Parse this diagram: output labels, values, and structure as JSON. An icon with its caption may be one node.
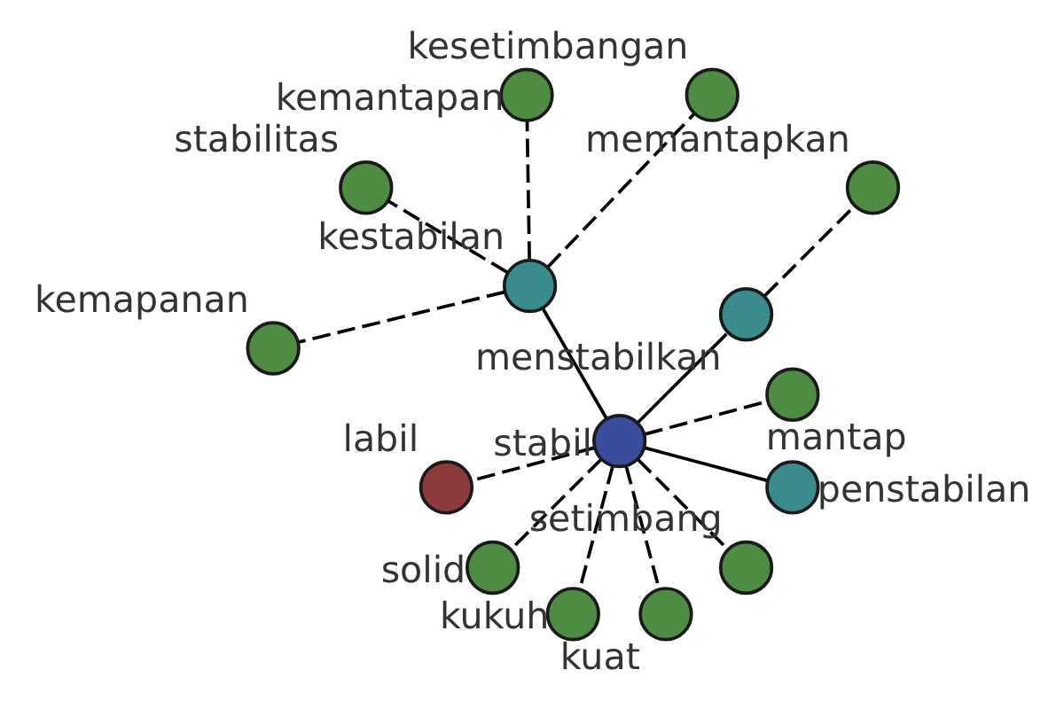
{
  "diagram": {
    "nodes": [
      {
        "text": [
          "memantapkan"
        ]
      },
      {
        "text": [
          "kesetimbangan"
        ]
      },
      {
        "text": [
          "mantap"
        ]
      },
      {
        "text": [
          "kemantapan"
        ]
      },
      {
        "text": [
          "menstabilkan"
        ]
      },
      {
        "text": [
          "kestabilan"
        ]
      },
      {
        "text": [
          "stabilitas"
        ]
      },
      {
        "text": [
          "labil"
        ]
      },
      {
        "text": [
          "solid"
        ]
      },
      {
        "text": [
          "stabil"
        ]
      },
      {
        "text": [
          "kemapanan"
        ]
      },
      {
        "text": [
          "kukuh"
        ]
      },
      {
        "text": [
          "kuat"
        ]
      },
      {
        "text": [
          "setimbang"
        ]
      },
      {
        "text": [
          "penstabilan"
        ]
      }
    ],
    "edges": [
      {
        "from": 4,
        "to": 0,
        "arrow": "none",
        "style": "dashed"
      },
      {
        "from": 9,
        "to": 4,
        "arrow": "none"
      },
      {
        "from": 9,
        "to": 2,
        "arrow": "none",
        "style": "dashed"
      },
      {
        "from": 9,
        "to": 5,
        "arrow": "none"
      },
      {
        "from": 9,
        "to": 8,
        "arrow": "none",
        "style": "dashed"
      },
      {
        "from": 9,
        "to": 7,
        "arrow": "none",
        "style": "dashed"
      },
      {
        "from": 9,
        "to": 11,
        "arrow": "none",
        "style": "dashed"
      },
      {
        "from": 9,
        "to": 13,
        "arrow": "none",
        "style": "dashed"
      },
      {
        "from": 9,
        "to": 14,
        "arrow": "none"
      },
      {
        "from": 9,
        "to": 12,
        "arrow": "none",
        "style": "dashed"
      },
      {
        "from": 5,
        "to": 1,
        "arrow": "none",
        "style": "dashed"
      },
      {
        "from": 5,
        "to": 3,
        "arrow": "none",
        "style": "dashed"
      },
      {
        "from": 5,
        "to": 6,
        "arrow": "none",
        "style": "dashed"
      },
      {
        "from": 5,
        "to": 10,
        "arrow": "none",
        "style": "dashed"
      }
    ]
  }
}
